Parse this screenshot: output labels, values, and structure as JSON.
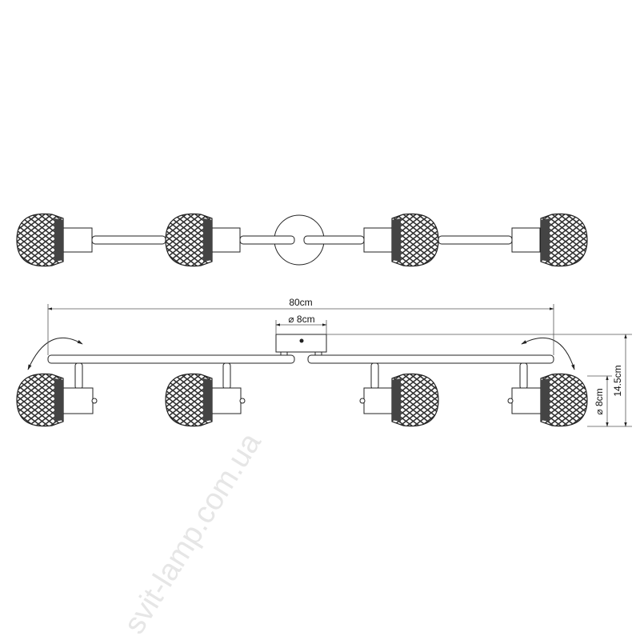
{
  "drawing": {
    "top_view": {
      "spotlights": 4,
      "canopy": "round"
    },
    "side_view": {
      "spotlights": 4
    },
    "dimensions": {
      "length": "80cm",
      "canopy_diameter": "⌀ 8cm",
      "shade_diameter": "⌀ 8cm",
      "height": "14.5cm"
    },
    "watermark": "svit-lamp.com.ua",
    "colors": {
      "line": "#222222",
      "background": "#ffffff",
      "watermark": "#e6e6e6"
    }
  }
}
